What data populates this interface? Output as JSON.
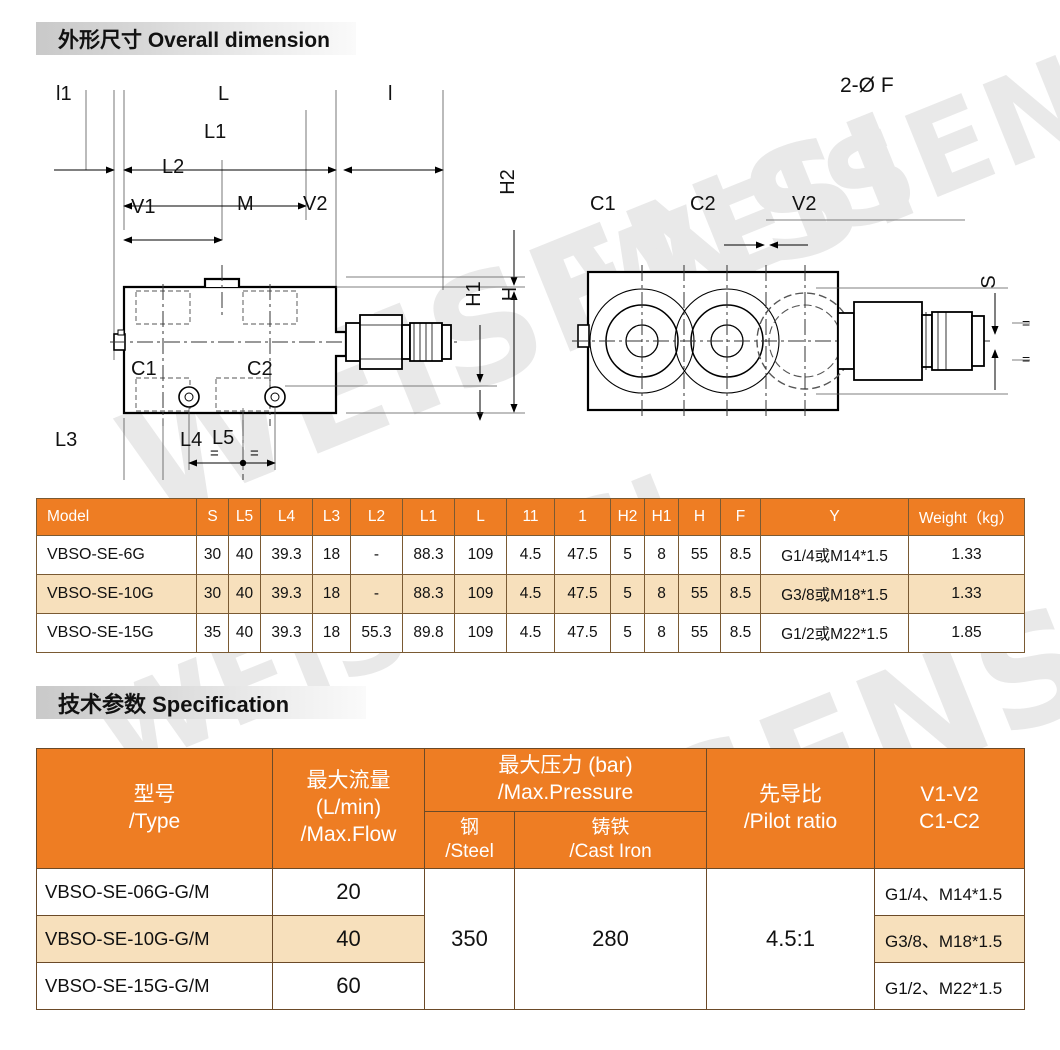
{
  "sections": {
    "dimension": {
      "title": "外形尺寸 Overall dimension"
    },
    "specification": {
      "title": "技术参数  Specification"
    }
  },
  "watermark": {
    "text": "WEISENSI"
  },
  "drawing": {
    "side_view_labels": {
      "l1_small": "l1",
      "L": "L",
      "l": "l",
      "L1": "L1",
      "L2": "L2",
      "V1": "V1",
      "M": "M",
      "V2": "V2",
      "H2": "H2",
      "H1": "H1",
      "H": "H",
      "C1": "C1",
      "C2": "C2",
      "L5": "L5",
      "L3": "L3",
      "L4": "L4"
    },
    "front_view_labels": {
      "C1": "C1",
      "C2": "C2",
      "V2": "V2",
      "holes": "2-Ø F",
      "S": "S"
    }
  },
  "table_dimension": {
    "headers": [
      "Model",
      "S",
      "L5",
      "L4",
      "L3",
      "L2",
      "L1",
      "L",
      "11",
      "1",
      "H2",
      "H1",
      "H",
      "F",
      "Y",
      "Weight（kg）"
    ],
    "rows": [
      {
        "highlight": false,
        "cells": [
          "VBSO-SE-6G",
          "30",
          "40",
          "39.3",
          "18",
          "-",
          "88.3",
          "109",
          "4.5",
          "47.5",
          "5",
          "8",
          "55",
          "8.5",
          "G1/4或M14*1.5",
          "1.33"
        ]
      },
      {
        "highlight": true,
        "cells": [
          "VBSO-SE-10G",
          "30",
          "40",
          "39.3",
          "18",
          "-",
          "88.3",
          "109",
          "4.5",
          "47.5",
          "5",
          "8",
          "55",
          "8.5",
          "G3/8或M18*1.5",
          "1.33"
        ]
      },
      {
        "highlight": false,
        "cells": [
          "VBSO-SE-15G",
          "35",
          "40",
          "39.3",
          "18",
          "55.3",
          "89.8",
          "109",
          "4.5",
          "47.5",
          "5",
          "8",
          "55",
          "8.5",
          "G1/2或M22*1.5",
          "1.85"
        ]
      }
    ]
  },
  "table_spec": {
    "headers": {
      "type": "型号\n/Type",
      "max_flow": "最大流量\n(L/min)\n/Max.Flow",
      "max_pressure": "最大压力 (bar)\n/Max.Pressure",
      "steel": "钢\n/Steel",
      "cast_iron": "铸铁\n/Cast Iron",
      "pilot_ratio": "先导比\n/Pilot ratio",
      "ports": "V1-V2\nC1-C2"
    },
    "headers_lines": {
      "type": [
        "型号",
        "/Type"
      ],
      "max_flow": [
        "最大流量",
        "(L/min)",
        "/Max.Flow"
      ],
      "max_pressure": [
        "最大压力 (bar)",
        "/Max.Pressure"
      ],
      "steel": [
        "钢",
        "/Steel"
      ],
      "cast_iron": [
        "铸铁",
        "/Cast Iron"
      ],
      "pilot_ratio": [
        "先导比",
        "/Pilot ratio"
      ],
      "ports": [
        "V1-V2",
        "C1-C2"
      ]
    },
    "rows": [
      {
        "highlight": false,
        "type": "VBSO-SE-06G-G/M",
        "max_flow": "20",
        "ports": "G1/4、M14*1.5"
      },
      {
        "highlight": true,
        "type": "VBSO-SE-10G-G/M",
        "max_flow": "40",
        "ports": "G3/8、M18*1.5"
      },
      {
        "highlight": false,
        "type": "VBSO-SE-15G-G/M",
        "max_flow": "60",
        "ports": "G1/2、M22*1.5"
      }
    ],
    "merged": {
      "steel": "350",
      "cast_iron": "280",
      "pilot_ratio": "4.5:1"
    }
  },
  "colors": {
    "accent_orange": "#ee7d23",
    "highlight_row": "#f7e0bc",
    "border_brown": "#7a5a33",
    "header_bar_gray": "#c9c9c9"
  }
}
